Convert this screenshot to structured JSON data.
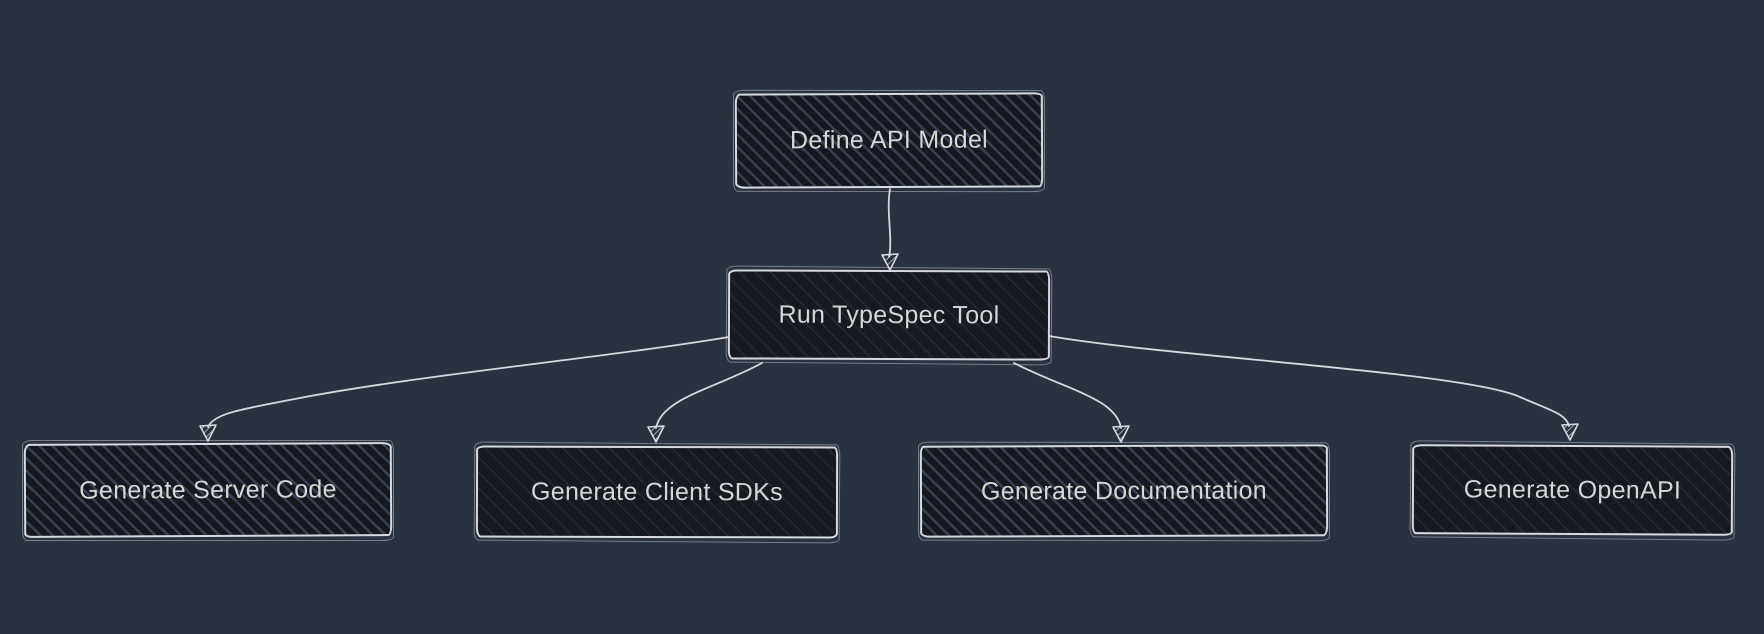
{
  "diagram": {
    "type": "flowchart",
    "direction": "top-down",
    "style": "hand-drawn-dark",
    "colors": {
      "background": "#2b323f",
      "node_fill": "#15181e",
      "hatch_line": "#7d8aaf",
      "stroke": "#d7d9de",
      "text": "#d6d6d6"
    },
    "nodes": [
      {
        "id": "define-api-model",
        "label": "Define API Model"
      },
      {
        "id": "run-typespec-tool",
        "label": "Run TypeSpec Tool"
      },
      {
        "id": "generate-server-code",
        "label": "Generate Server Code"
      },
      {
        "id": "generate-client-sdks",
        "label": "Generate Client SDKs"
      },
      {
        "id": "generate-documentation",
        "label": "Generate Documentation"
      },
      {
        "id": "generate-openapi",
        "label": "Generate OpenAPI"
      }
    ],
    "edges": [
      {
        "from": "define-api-model",
        "to": "run-typespec-tool"
      },
      {
        "from": "run-typespec-tool",
        "to": "generate-server-code"
      },
      {
        "from": "run-typespec-tool",
        "to": "generate-client-sdks"
      },
      {
        "from": "run-typespec-tool",
        "to": "generate-documentation"
      },
      {
        "from": "run-typespec-tool",
        "to": "generate-openapi"
      }
    ]
  }
}
